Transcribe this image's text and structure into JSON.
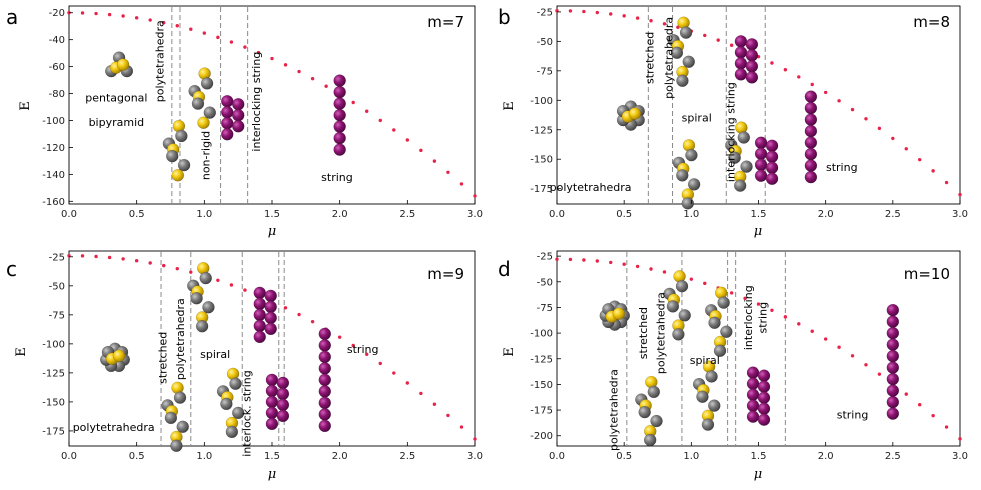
{
  "chart_data": [
    {
      "type": "scatter",
      "panel": "a",
      "title": "m=7",
      "xlabel": "μ",
      "ylabel": "E",
      "xlim": [
        0.0,
        3.0
      ],
      "ylim": [
        -162,
        -15
      ],
      "xticks": [
        "0.0",
        "0.5",
        "1.0",
        "1.5",
        "2.0",
        "2.5",
        "3.0"
      ],
      "yticks": [
        "-20",
        "-40",
        "-60",
        "-80",
        "-100",
        "-120",
        "-140",
        "-160"
      ],
      "energy_curve": {
        "mu_start": 0.0,
        "mu_step": 0.1,
        "e0": -20,
        "e_end": -156,
        "points": 31
      },
      "boundaries": [
        0.76,
        0.82,
        1.12,
        1.32
      ],
      "labels": [
        {
          "text": "pentagonal",
          "x": 0.35,
          "y": -86,
          "rot": 0
        },
        {
          "text": "bipyramid",
          "x": 0.35,
          "y": -104,
          "rot": 0
        },
        {
          "text": "polytetrahedra",
          "x": 0.7,
          "y": -56,
          "rot": -90
        },
        {
          "text": "non-rigid",
          "x": 1.04,
          "y": -126,
          "rot": -90
        },
        {
          "text": "interlocking string",
          "x": 1.41,
          "y": -86,
          "rot": -90
        },
        {
          "text": "string",
          "x": 1.98,
          "y": -145,
          "rot": 0
        }
      ],
      "clusters": [
        {
          "mu": 0.37,
          "e": -60,
          "shape": "ring",
          "n": 5
        },
        {
          "mu": 0.98,
          "e": -83,
          "shape": "bent",
          "n": 7
        },
        {
          "mu": 0.79,
          "e": -122,
          "shape": "bent",
          "n": 7
        },
        {
          "mu": 1.21,
          "e": -98,
          "shape": "ladder",
          "n": 7
        },
        {
          "mu": 2.0,
          "e": -96,
          "shape": "string",
          "n": 7
        }
      ]
    },
    {
      "type": "scatter",
      "panel": "b",
      "title": "m=8",
      "xlabel": "μ",
      "ylabel": "E",
      "xlim": [
        0.0,
        3.0
      ],
      "ylim": [
        -188,
        -20
      ],
      "xticks": [
        "0.0",
        "0.5",
        "1.0",
        "1.5",
        "2.0",
        "2.5",
        "3.0"
      ],
      "yticks": [
        "-25",
        "-50",
        "-75",
        "-100",
        "-125",
        "-150",
        "-175"
      ],
      "energy_curve": {
        "mu_start": 0.0,
        "mu_step": 0.1,
        "e0": -24,
        "e_end": -180,
        "points": 31
      },
      "boundaries": [
        0.68,
        0.86,
        1.26,
        1.55
      ],
      "labels": [
        {
          "text": "stretched",
          "x": 0.72,
          "y": -64,
          "rot": -90
        },
        {
          "text": "polytetrahedra",
          "x": 0.86,
          "y": -64,
          "rot": -90
        },
        {
          "text": "spiral",
          "x": 1.04,
          "y": -118,
          "rot": 0
        },
        {
          "text": "polytetrahedra",
          "x": 0.25,
          "y": -177,
          "rot": 0
        },
        {
          "text": "interlocking string",
          "x": 1.32,
          "y": -127,
          "rot": -90
        },
        {
          "text": "string",
          "x": 2.12,
          "y": -160,
          "rot": 0
        }
      ],
      "clusters": [
        {
          "mu": 0.55,
          "e": -113,
          "shape": "ring",
          "n": 8
        },
        {
          "mu": 0.92,
          "e": -58,
          "shape": "bent",
          "n": 8
        },
        {
          "mu": 0.96,
          "e": -162,
          "shape": "bent",
          "n": 8
        },
        {
          "mu": 1.35,
          "e": -147,
          "shape": "bent",
          "n": 8
        },
        {
          "mu": 1.41,
          "e": -64,
          "shape": "ladder",
          "n": 8
        },
        {
          "mu": 1.56,
          "e": -150,
          "shape": "ladder",
          "n": 8
        },
        {
          "mu": 1.89,
          "e": -131,
          "shape": "string",
          "n": 8
        }
      ]
    },
    {
      "type": "scatter",
      "panel": "c",
      "title": "m=9",
      "xlabel": "μ",
      "ylabel": "E",
      "xlim": [
        0.0,
        3.0
      ],
      "ylim": [
        -188,
        -20
      ],
      "xticks": [
        "0.0",
        "0.5",
        "1.0",
        "1.5",
        "2.0",
        "2.5",
        "3.0"
      ],
      "yticks": [
        "-25",
        "-50",
        "-75",
        "-100",
        "-125",
        "-150",
        "-175"
      ],
      "energy_curve": {
        "mu_start": 0.0,
        "mu_step": 0.1,
        "e0": -24,
        "e_end": -182,
        "points": 31
      },
      "boundaries": [
        0.68,
        0.9,
        1.28,
        1.55,
        1.59
      ],
      "labels": [
        {
          "text": "stretched",
          "x": 0.72,
          "y": -112,
          "rot": -90
        },
        {
          "text": "polytetrahedra",
          "x": 0.85,
          "y": -96,
          "rot": -90
        },
        {
          "text": "spiral",
          "x": 1.08,
          "y": -112,
          "rot": 0
        },
        {
          "text": "polytetrahedra",
          "x": 0.33,
          "y": -175,
          "rot": 0
        },
        {
          "text": "interlock. string",
          "x": 1.34,
          "y": -160,
          "rot": -90
        },
        {
          "text": "string",
          "x": 2.17,
          "y": -108,
          "rot": 0
        }
      ],
      "clusters": [
        {
          "mu": 0.34,
          "e": -112,
          "shape": "ring",
          "n": 9
        },
        {
          "mu": 0.97,
          "e": -59,
          "shape": "bent",
          "n": 9
        },
        {
          "mu": 0.78,
          "e": -162,
          "shape": "bent",
          "n": 9
        },
        {
          "mu": 1.19,
          "e": -150,
          "shape": "bent",
          "n": 9
        },
        {
          "mu": 1.45,
          "e": -75,
          "shape": "ladder",
          "n": 9
        },
        {
          "mu": 1.54,
          "e": -150,
          "shape": "ladder",
          "n": 9
        },
        {
          "mu": 1.89,
          "e": -131,
          "shape": "string",
          "n": 9
        }
      ]
    },
    {
      "type": "scatter",
      "panel": "d",
      "title": "m=10",
      "xlabel": "μ",
      "ylabel": "E",
      "xlim": [
        0.0,
        3.0
      ],
      "ylim": [
        -210,
        -20
      ],
      "xticks": [
        "0.0",
        "0.5",
        "1.0",
        "1.5",
        "2.0",
        "2.5",
        "3.0"
      ],
      "yticks": [
        "-25",
        "-50",
        "-75",
        "-100",
        "-125",
        "-150",
        "-175",
        "-200"
      ],
      "energy_curve": {
        "mu_start": 0.0,
        "mu_step": 0.1,
        "e0": -28,
        "e_end": -203,
        "points": 31
      },
      "boundaries": [
        0.52,
        0.93,
        1.27,
        1.33,
        1.7
      ],
      "labels": [
        {
          "text": "polytetrahedra",
          "x": 0.45,
          "y": -175,
          "rot": -90
        },
        {
          "text": "stretched",
          "x": 0.67,
          "y": -100,
          "rot": -90
        },
        {
          "text": "polytetrahedra",
          "x": 0.8,
          "y": -100,
          "rot": -90
        },
        {
          "text": "spiral",
          "x": 1.1,
          "y": -130,
          "rot": 0
        },
        {
          "text": "interlocking",
          "x": 1.45,
          "y": -85,
          "rot": -90
        },
        {
          "text": "string",
          "x": 1.56,
          "y": -85,
          "rot": -90
        },
        {
          "text": "string",
          "x": 2.2,
          "y": -183,
          "rot": 0
        }
      ],
      "clusters": [
        {
          "mu": 0.43,
          "e": -83,
          "shape": "ring",
          "n": 10
        },
        {
          "mu": 0.89,
          "e": -72,
          "shape": "bent",
          "n": 10
        },
        {
          "mu": 0.68,
          "e": -175,
          "shape": "bent",
          "n": 10
        },
        {
          "mu": 1.11,
          "e": -160,
          "shape": "bent",
          "n": 10
        },
        {
          "mu": 1.2,
          "e": -88,
          "shape": "bent",
          "n": 10
        },
        {
          "mu": 1.5,
          "e": -160,
          "shape": "ladder",
          "n": 10
        },
        {
          "mu": 2.5,
          "e": -128,
          "shape": "string",
          "n": 10
        }
      ]
    }
  ],
  "panel_letters": [
    "a",
    "b",
    "c",
    "d"
  ],
  "colors": {
    "curve_dot": "#e8234a",
    "string_bead": "#8e1472",
    "gold": "#e8c10a",
    "gray": "#7a7a7a",
    "bond": "#5fd3e0",
    "boundary": "#8a8a8a"
  }
}
